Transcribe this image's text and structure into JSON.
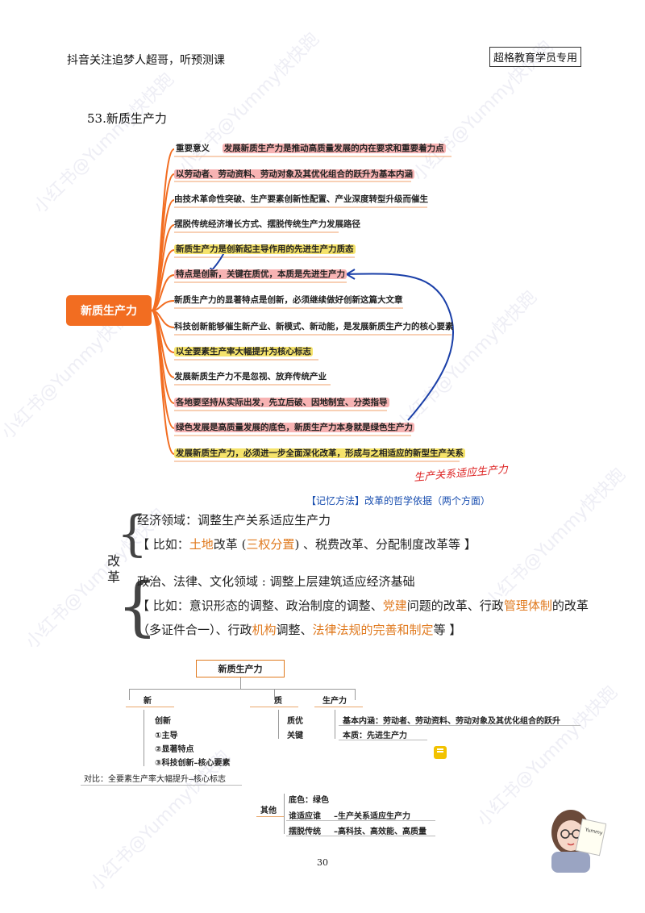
{
  "header": {
    "left": "抖音关注追梦人超哥，听预测课",
    "right": "超格教育学员专用"
  },
  "watermark": "小红书@Yummy快快跑",
  "section_title": "53.新质生产力",
  "mindmap1": {
    "center": "新质生产力",
    "branches": [
      {
        "prefix": "重要意义",
        "text": "发展新质生产力是推动高质量发展的内在要求和重要着力点"
      },
      {
        "text": "以劳动者、劳动资料、劳动对象及其优化组合的跃升为基本内涵"
      },
      {
        "text": "由技术革命性突破、生产要素创新性配置、产业深度转型升级而催生"
      },
      {
        "text": "摆脱传统经济增长方式、摆脱传统生产力发展路径"
      },
      {
        "text": "新质生产力是创新起主导作用的先进生产力质态"
      },
      {
        "text": "特点是创新，关键在质优，本质是先进生产力"
      },
      {
        "text": "新质生产力的显著特点是创新，必须继续做好创新这篇大文章"
      },
      {
        "text": "科技创新能够催生新产业、新模式、新动能，是发展新质生产力的核心要素"
      },
      {
        "text": "以全要素生产率大幅提升为核心标志"
      },
      {
        "text": "发展新质生产力不是忽视、放弃传统产业"
      },
      {
        "text": "各地要坚持从实际出发，先立后破、因地制宜、分类指导"
      },
      {
        "text": "绿色发展是高质量发展的底色，新质生产力本身就是绿色生产力"
      },
      {
        "text": "发展新质生产力，必须进一步全面深化改革，形成与之相适应的新型生产关系"
      }
    ],
    "handwritten_note": "生产关系适应生产力"
  },
  "memo": {
    "title": "【记忆方法】改革的哲学依据（两个方面）",
    "label": "改革",
    "line1": "经济领域：调整生产关系适应生产力",
    "line2_a": "【 比如：",
    "line2_b": "土地",
    "line2_c": "改革 (",
    "line2_d": "三权分置",
    "line2_e": ") 、税费改革、分配制度改革等 】",
    "line3": "政治、法律、文化领域 : 调整上层建筑适应经济基础",
    "line4_a": "【 比如：意识形态的调整、政治制度的调整、",
    "line4_b": "党建",
    "line4_c": "问题的改革、行政",
    "line4_d": "管理体制",
    "line4_e": "的改革",
    "line5_a": "（多证件合一）、行政",
    "line5_b": "机构",
    "line5_c": "调整、",
    "line5_d": "法律法规的完善和制定",
    "line5_e": "等 】"
  },
  "mindmap2": {
    "title": "新质生产力",
    "xin": "新",
    "zhi": "质",
    "shengchanli": "生产力",
    "xin_items": [
      "创新",
      "①主导",
      "②显著特点",
      "③科技创新–核心要素"
    ],
    "zhi_items": [
      "质优",
      "关键"
    ],
    "scl_items": [
      "基本内涵：劳动者、劳动资料、劳动对象及其优化组合的跃升",
      "本质：先进生产力"
    ],
    "compare": "对比：全要素生产率大幅提升–核心标志",
    "other_label": "其他",
    "other_items": [
      {
        "a": "底色：绿色",
        "b": ""
      },
      {
        "a": "谁适应谁",
        "b": "–生产关系适应生产力"
      },
      {
        "a": "摆脱传统",
        "b": "–高科技、高效能、高质量"
      }
    ]
  },
  "avatar_text": "Yummy",
  "page_number": "30",
  "colors": {
    "orange": "#f26d21",
    "highlight_red": "#f7b3b3",
    "highlight_yellow": "#f5e36b",
    "highlight_blue": "#b9e0f7",
    "memo_blue": "#1a4fb0"
  }
}
